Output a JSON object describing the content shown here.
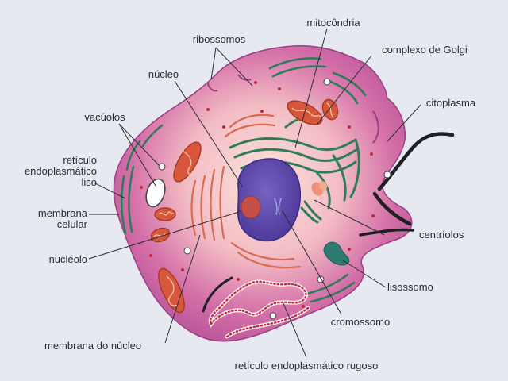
{
  "diagram": {
    "labels": {
      "mitocondria": "mitocôndria",
      "ribossomos": "ribossomos",
      "complexo_golgi": "complexo de Golgi",
      "nucleo": "núcleo",
      "citoplasma": "citoplasma",
      "vacuolos": "vacúolos",
      "reticulo_liso_1": "retículo",
      "reticulo_liso_2": "endoplasmático",
      "reticulo_liso_3": "liso",
      "membrana_celular_1": "membrana",
      "membrana_celular_2": "celular",
      "centriolos": "centríolos",
      "nucleolo": "nucléolo",
      "lisossomo": "lisossomo",
      "cromossomo": "cromossomo",
      "membrana_nucleo": "membrana do núcleo",
      "reticulo_rugoso": "retículo endoplasmático rugoso"
    },
    "colors": {
      "background": "#e6e9ef",
      "cell_outer": "#b14c93",
      "cell_inner": "#f9d3d6",
      "nucleus": "#5c46a8",
      "nucleolus": "#c65048",
      "mitochondria": "#d8573c",
      "golgi": "#2e7d5a",
      "rough_er": "#d96a52",
      "lysosome": "#2f7a70",
      "centrioles": "#ee9379"
    }
  }
}
